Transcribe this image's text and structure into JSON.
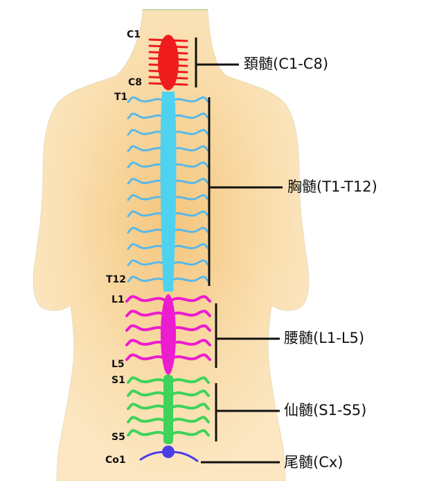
{
  "labels": {
    "c1": "C1",
    "c8": "C8",
    "t1": "T1",
    "t12": "T12",
    "l1": "L1",
    "l5": "L5",
    "s1": "S1",
    "s5": "S5",
    "co1": "Co1"
  },
  "regions": {
    "cervical": "頚髄(C1-C8)",
    "thoracic": "胸髄(T1-T12)",
    "lumbar": "腰髄(L1-L5)",
    "sacral": "仙髄(S1-S5)",
    "coccygeal": "尾髄(Cx)"
  },
  "colors": {
    "skin": "#fbe2b6",
    "skin_center": "#f6cc88",
    "cervical": "#ee1c1c",
    "thoracic": "#4fd2ef",
    "thoracic_nerve": "#59b8e8",
    "lumbar": "#ec1ccf",
    "sacral": "#3ed35a",
    "coccygeal": "#4b3ee6",
    "bracket": "#111111",
    "neck_edge": "#c9d7a8"
  },
  "nerve_counts": {
    "cervical": 8,
    "thoracic": 12,
    "lumbar": 5,
    "sacral": 5
  }
}
